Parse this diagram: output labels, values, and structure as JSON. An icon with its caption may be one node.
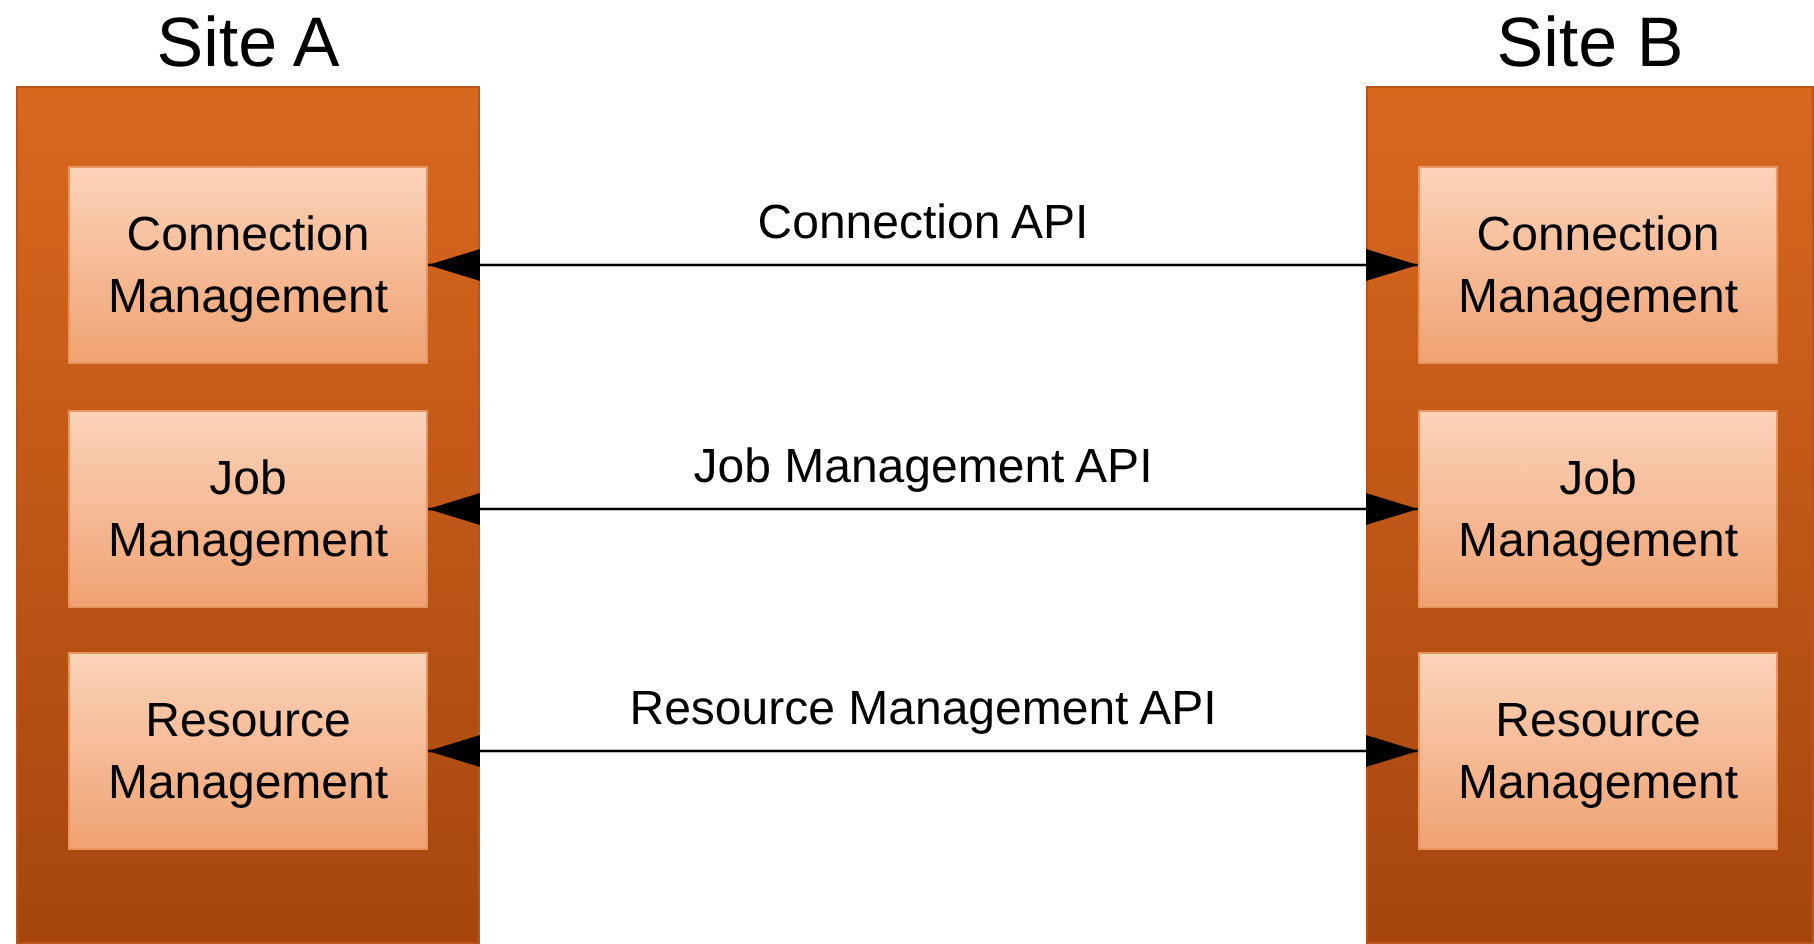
{
  "diagram": {
    "nodes": [
      {
        "text": [
          "Site A"
        ]
      },
      {
        "text": [
          "Connection Management"
        ],
        "in": 0
      },
      {
        "text": [
          "Job Management"
        ],
        "in": 0
      },
      {
        "text": [
          "Resource Management"
        ],
        "in": 0
      },
      {
        "text": [
          "Site B"
        ]
      },
      {
        "text": [
          "Connection Management"
        ],
        "in": 4
      },
      {
        "text": [
          "Job Management"
        ],
        "in": 4
      },
      {
        "text": [
          "Resource Management"
        ],
        "in": 4
      }
    ],
    "edges": [
      {
        "from": 1,
        "to": 5,
        "arrow": "both",
        "label": "Connection API"
      },
      {
        "from": 2,
        "to": 6,
        "arrow": "both",
        "label": "Job Management API"
      },
      {
        "from": 3,
        "to": 7,
        "arrow": "both",
        "label": "Resource Management API"
      }
    ]
  }
}
